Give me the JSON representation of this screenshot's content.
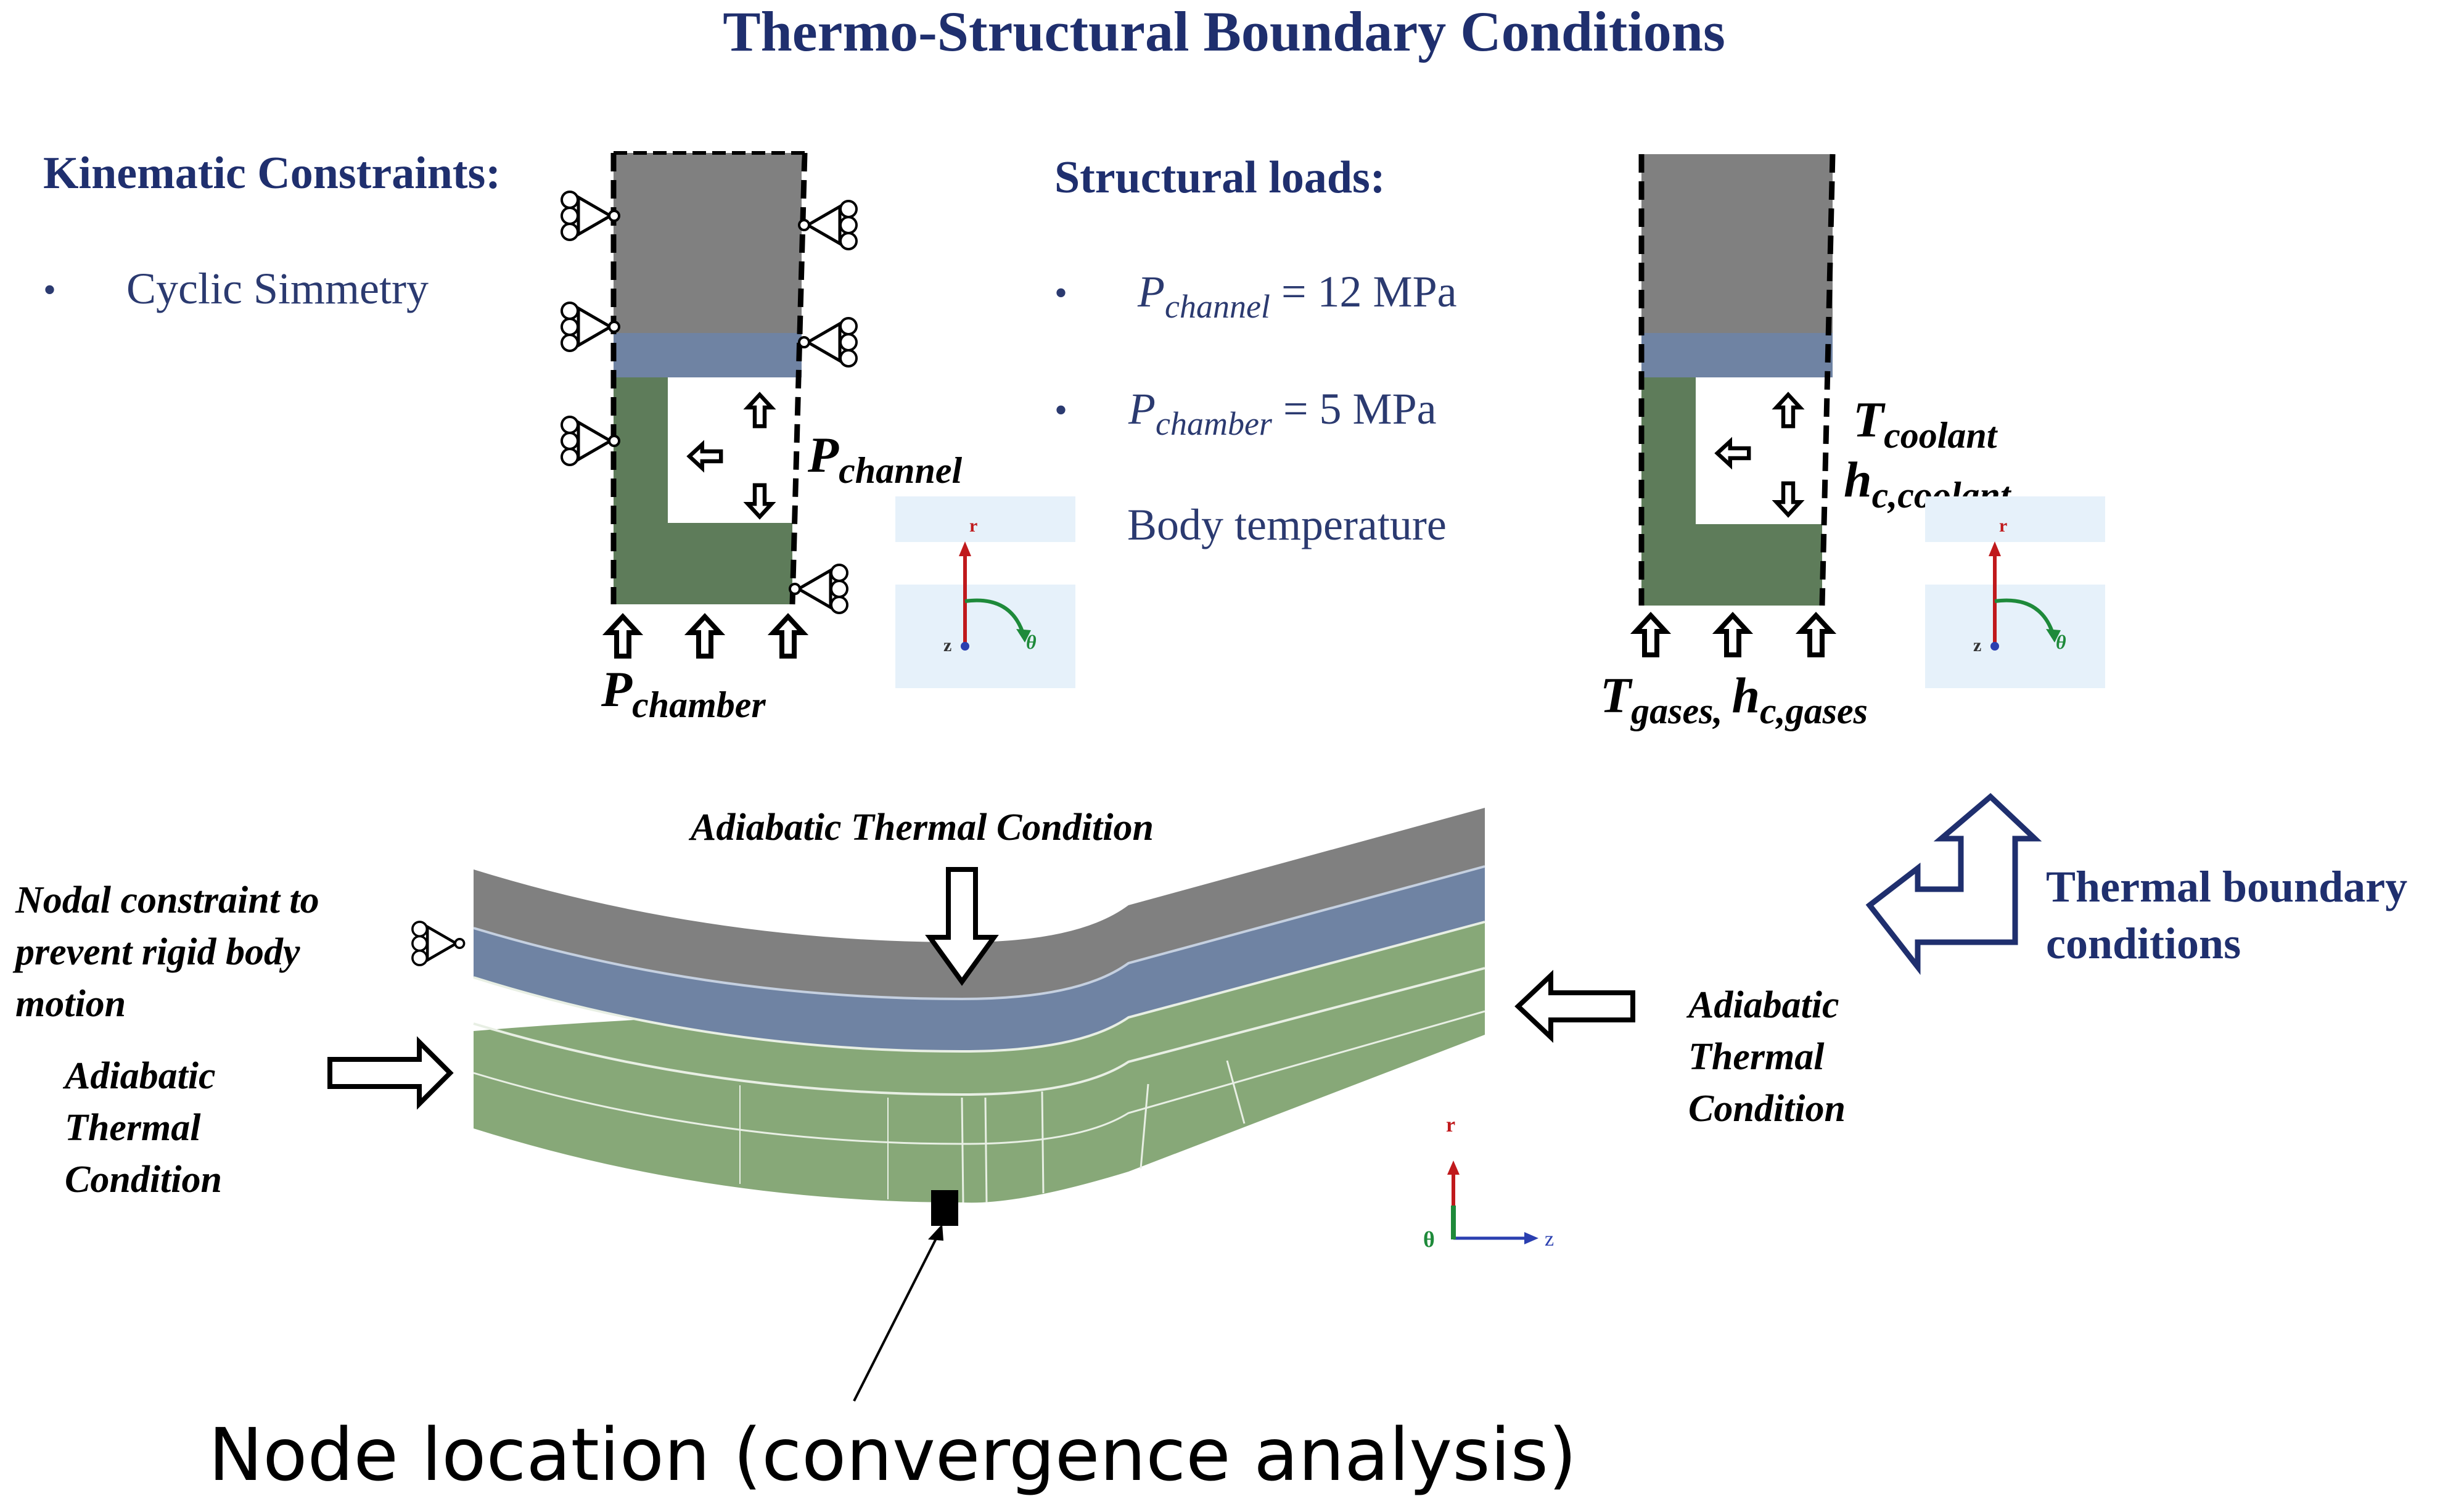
{
  "title": "Thermo-Structural Boundary Conditions",
  "kinematic": {
    "heading": "Kinematic Constraints:",
    "bullet": "Cyclic Simmetry"
  },
  "structural": {
    "heading": "Structural loads:",
    "p_channel_sym": "P",
    "p_channel_sub": "channel",
    "p_channel_val": " = 12 MPa",
    "p_chamber_sym": "P",
    "p_chamber_sub": "chamber",
    "p_chamber_val": " = 5 MPa",
    "body_temp": "Body temperature"
  },
  "left_section": {
    "p_channel_sym": "P",
    "p_channel_sub": "channel",
    "p_chamber_sym": "P",
    "p_chamber_sub": "chamber"
  },
  "right_section": {
    "t_coolant_sym": "T",
    "t_coolant_sub": "coolant",
    "h_coolant_sym": "h",
    "h_coolant_sub": "c,coolant",
    "t_gases_sym": "T",
    "t_gases_sub": "gases",
    "comma": ", ",
    "h_gases_sym": "h",
    "h_gases_sub": "c,gases"
  },
  "triad_polar": {
    "r": "r",
    "z": "z",
    "theta": "θ"
  },
  "triad_cart": {
    "r": "r",
    "theta": "θ",
    "z": "z"
  },
  "bottom": {
    "adiabatic_top": "Adiabatic Thermal Condition",
    "nodal": [
      "Nodal constraint to",
      "prevent rigid body",
      "motion"
    ],
    "adiabatic_left": [
      "Adiabatic",
      "Thermal",
      "Condition"
    ],
    "adiabatic_right": [
      "Adiabatic",
      "Thermal",
      "Condition"
    ],
    "thermal_bc": [
      "Thermal boundary",
      "conditions"
    ],
    "node_location": "Node location (convergence analysis)"
  },
  "colors": {
    "title_navy": "#1f2f6e",
    "text_navy": "#2b3a70",
    "grey_layer": "#808080",
    "blue_layer": "#6f83a3",
    "green_layer": "#5e7c5a",
    "green_light": "#87a878",
    "triad_red": "#c0191c",
    "triad_green": "#1e8a3a",
    "triad_blue": "#2a3fb0",
    "triad_bg": "#e6f1fa"
  }
}
